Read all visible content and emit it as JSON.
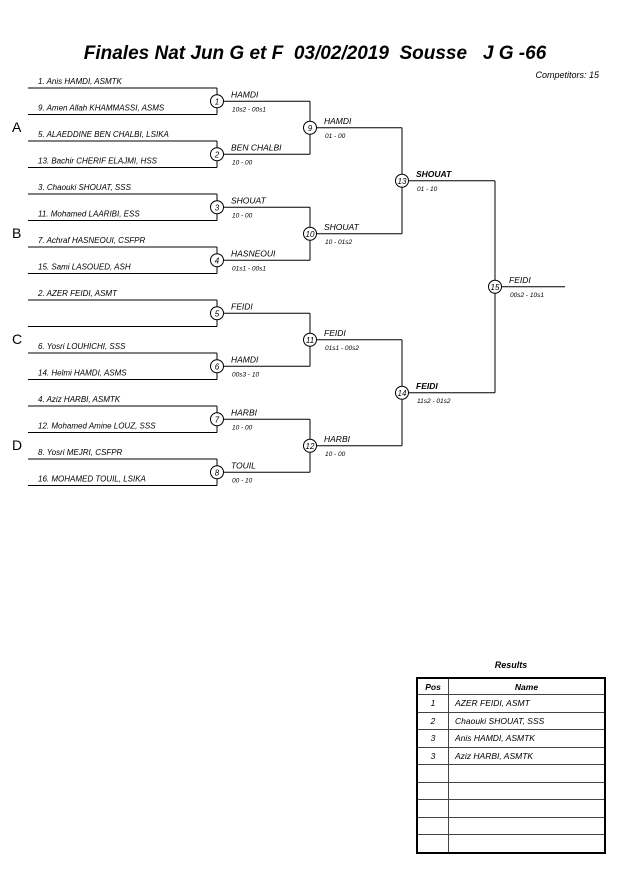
{
  "header": {
    "title": "Finales Nat Jun G et F  03/02/2019  Sousse   J G -66",
    "competitors": "Competitors: 15"
  },
  "pools": [
    "A",
    "B",
    "C",
    "D"
  ],
  "round1": [
    {
      "num": "1. Anis HAMDI, ASMTK"
    },
    {
      "num": "9. Amen Allah KHAMMASSI, ASMS"
    },
    {
      "num": "5. ALAEDDINE BEN CHALBI, LSIKA"
    },
    {
      "num": "13. Bachir CHERIF ELAJMI, HSS"
    },
    {
      "num": "3. Chaouki SHOUAT, SSS"
    },
    {
      "num": "11. Mohamed LAARIBI, ESS"
    },
    {
      "num": "7. Achraf HASNEOUI, CSFPR"
    },
    {
      "num": "15. Sami LASOUED, ASH"
    },
    {
      "num": "2. AZER FEIDI, ASMT"
    },
    {
      "num": ""
    },
    {
      "num": "6. Yosri LOUHICHI, SSS"
    },
    {
      "num": "14. Helmi HAMDI, ASMS"
    },
    {
      "num": "4. Aziz HARBI, ASMTK"
    },
    {
      "num": "12. Mohamed Amine LOUZ, SSS"
    },
    {
      "num": "8. Yosri MEJRI, CSFPR"
    },
    {
      "num": "16. MOHAMED TOUIL, LSIKA"
    }
  ],
  "matches": [
    {
      "id": "1",
      "winner": "HAMDI",
      "score": "10s2 - 00s1",
      "bold": false
    },
    {
      "id": "2",
      "winner": "BEN CHALBI",
      "score": "10 - 00",
      "bold": false
    },
    {
      "id": "3",
      "winner": "SHOUAT",
      "score": "10 - 00",
      "bold": false
    },
    {
      "id": "4",
      "winner": "HASNEOUI",
      "score": "01s1 - 00s1",
      "bold": false
    },
    {
      "id": "5",
      "winner": "FEIDI",
      "score": "",
      "bold": false
    },
    {
      "id": "6",
      "winner": "HAMDI",
      "score": "00s3 - 10",
      "bold": false
    },
    {
      "id": "7",
      "winner": "HARBI",
      "score": "10 - 00",
      "bold": false
    },
    {
      "id": "8",
      "winner": "TOUIL",
      "score": "00 - 10",
      "bold": false
    },
    {
      "id": "9",
      "winner": "HAMDI",
      "score": "01 - 00",
      "bold": false
    },
    {
      "id": "10",
      "winner": "SHOUAT",
      "score": "10 - 01s2",
      "bold": false
    },
    {
      "id": "11",
      "winner": "FEIDI",
      "score": "01s1 - 00s2",
      "bold": false
    },
    {
      "id": "12",
      "winner": "HARBI",
      "score": "10 - 00",
      "bold": false
    },
    {
      "id": "13",
      "winner": "SHOUAT",
      "score": "01 - 10",
      "bold": true
    },
    {
      "id": "14",
      "winner": "FEIDI",
      "score": "11s2 - 01s2",
      "bold": true
    },
    {
      "id": "15",
      "winner": "FEIDI",
      "score": "00s2 - 10s1",
      "bold": false
    }
  ],
  "results": {
    "title": "Results",
    "header_pos": "Pos",
    "header_name": "Name",
    "rows": [
      {
        "pos": "1",
        "name": "AZER FEIDI, ASMT"
      },
      {
        "pos": "2",
        "name": "Chaouki SHOUAT, SSS"
      },
      {
        "pos": "3",
        "name": "Anis HAMDI, ASMTK"
      },
      {
        "pos": "3",
        "name": "Aziz HARBI, ASMTK"
      },
      {
        "pos": "",
        "name": ""
      },
      {
        "pos": "",
        "name": ""
      },
      {
        "pos": "",
        "name": ""
      },
      {
        "pos": "",
        "name": ""
      },
      {
        "pos": "",
        "name": ""
      }
    ]
  }
}
